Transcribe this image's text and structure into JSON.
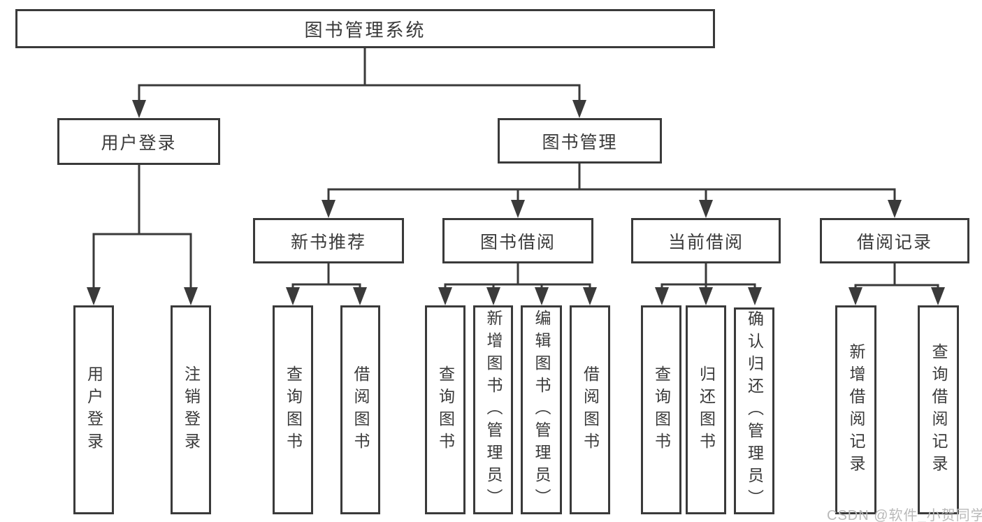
{
  "colors": {
    "line": "#3a3a3a",
    "text": "#3a3a3a",
    "background": "#ffffff",
    "watermark": "#b9b9b9"
  },
  "diagram": {
    "root": {
      "label": "图书管理系统"
    },
    "branches": [
      {
        "label": "用户登录",
        "leaves": [
          "用户登录",
          "注销登录"
        ]
      },
      {
        "label": "图书管理",
        "groups": [
          {
            "label": "新书推荐",
            "leaves": [
              "查询图书",
              "借阅图书"
            ]
          },
          {
            "label": "图书借阅",
            "leaves": [
              "查询图书",
              "新增图书（管理员）",
              "编辑图书（管理员）",
              "借阅图书"
            ]
          },
          {
            "label": "当前借阅",
            "leaves": [
              "查询图书",
              "归还图书",
              "确认归还（管理员）"
            ]
          },
          {
            "label": "借阅记录",
            "leaves": [
              "新增借阅记录",
              "查询借阅记录"
            ]
          }
        ]
      }
    ]
  },
  "watermark": {
    "text": "CSDN @软件_小贺同学"
  }
}
